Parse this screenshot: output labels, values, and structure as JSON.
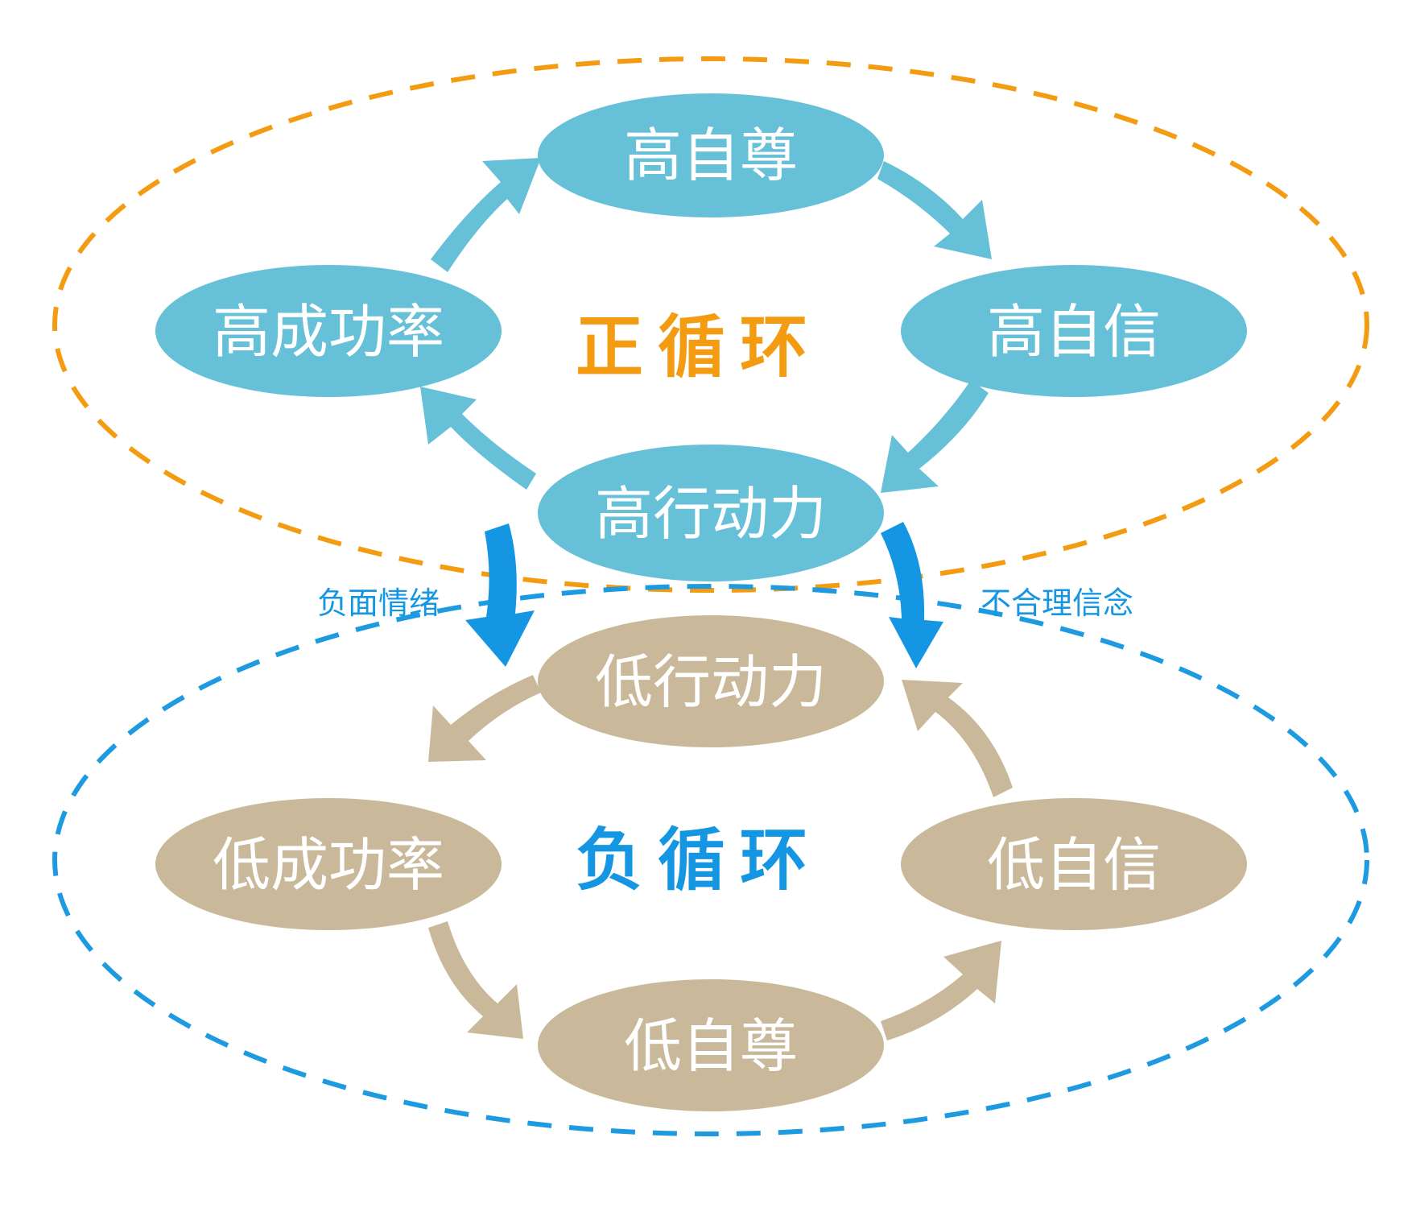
{
  "colors": {
    "positive_node": "#66C0D8",
    "negative_node": "#C9B99A",
    "positive_border": "#F39C12",
    "negative_border": "#1E9BE0",
    "transition_arrow": "#1596E3",
    "node_text": "#FFFFFF"
  },
  "positive_cycle": {
    "title": "正循环",
    "nodes": {
      "top": "高自尊",
      "right": "高自信",
      "bottom": "高行动力",
      "left": "高成功率"
    }
  },
  "negative_cycle": {
    "title": "负循环",
    "nodes": {
      "top": "低行动力",
      "right": "低自信",
      "bottom": "低自尊",
      "left": "低成功率"
    }
  },
  "transitions": {
    "left_label": "负面情绪",
    "right_label": "不合理信念"
  }
}
